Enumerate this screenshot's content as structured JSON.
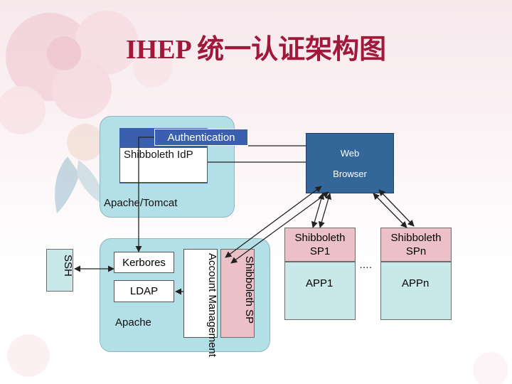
{
  "title": "IHEP 统一认证架构图",
  "idp_panel": {
    "authentication": "Authentication",
    "shibboleth_idp": "Shibboleth IdP",
    "apache_tomcat": "Apache/Tomcat"
  },
  "web_browser": {
    "line1": "Web",
    "line2": "Browser"
  },
  "server_panel": {
    "kerberos": "Kerbores",
    "ldap": "LDAP",
    "apache": "Apache",
    "account_management": "Account Management",
    "shibboleth_sp": "Shibboleth SP"
  },
  "ssh": "SSH",
  "sp1": {
    "header": "Shibboleth SP1",
    "app": "APP1"
  },
  "spn": {
    "header": "Shibboleth SPn",
    "app": "APPn"
  },
  "ellipsis": "….",
  "colors": {
    "title": "#a0193a",
    "panel": "#b3dfe6",
    "idp_blue": "#3a5fae",
    "browser": "#336699",
    "sp_header": "#ebc1c7",
    "app_body": "#c8e8ea"
  }
}
